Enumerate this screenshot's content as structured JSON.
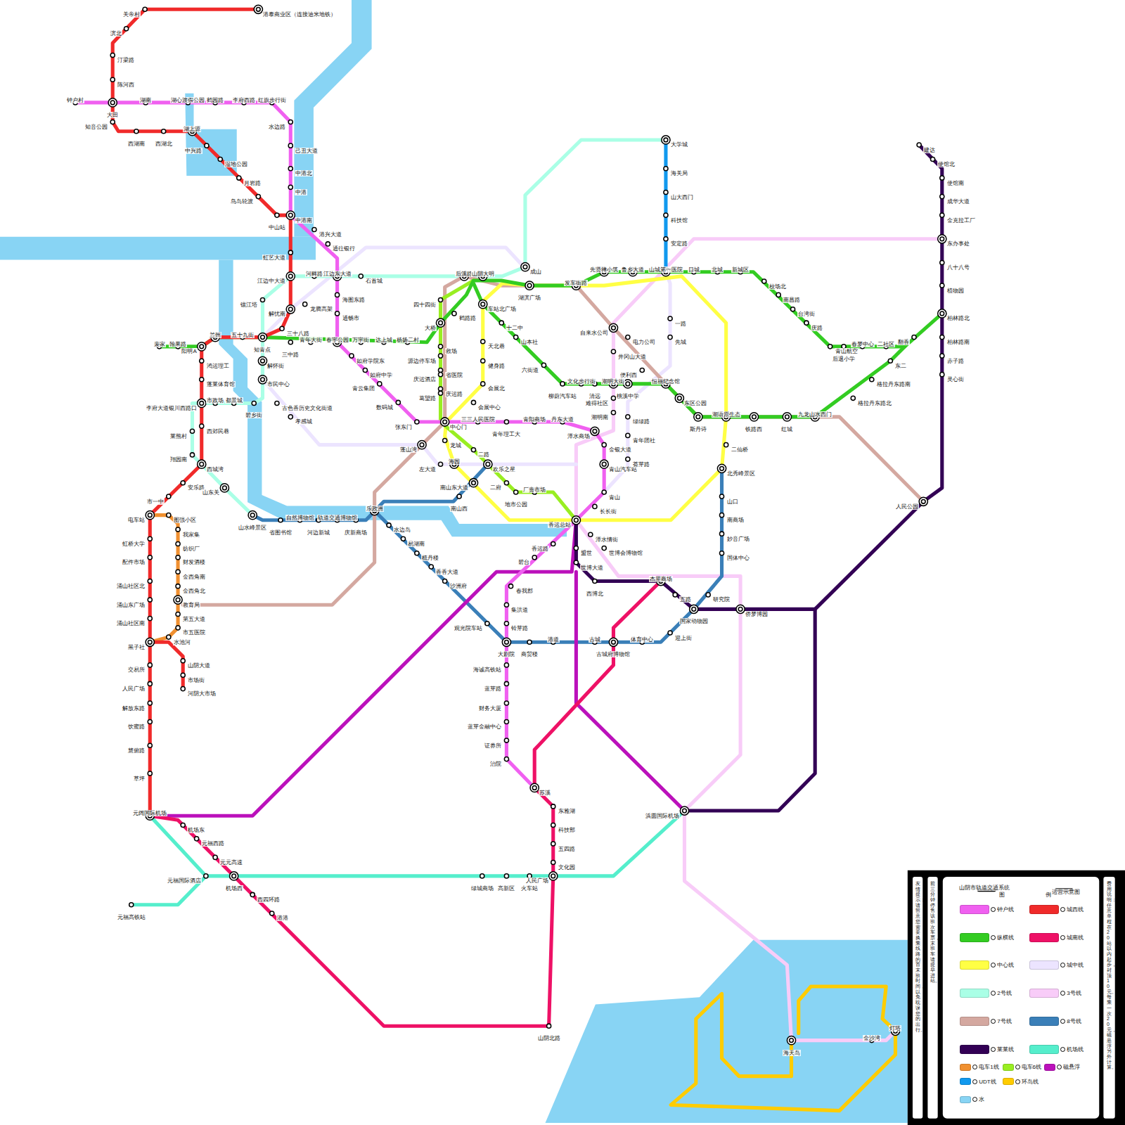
{
  "diagram": {
    "title": "山阴市轨道交通系统",
    "labels": [
      "港泰商业区（连接迪米地铁）",
      "关帝村",
      "滨北",
      "汀梁路",
      "陈河西",
      "大田",
      "知音公园",
      "西湖南",
      "西湖北",
      "湖上源",
      "中兴路",
      "湿地公园",
      "月岩路",
      "鸟岛轮渡",
      "中山站",
      "中港南",
      "虹艺大道",
      "江边中大道",
      "解忧南",
      "三十八路",
      "知青点",
      "五十九街",
      "兰州",
      "阳明A",
      "鸿运理工",
      "蓬莱体育馆",
      "李府大道银川西路口",
      "西郊民巷",
      "西城湾",
      "安乐路",
      "市一中",
      "电车站",
      "虹桥大学",
      "配件市场",
      "涌山社区北",
      "涌山东广场",
      "涌山社区南",
      "黑子社",
      "交易所",
      "人民广场",
      "解放东路",
      "饮蜜路",
      "慧俯路",
      "草坪",
      "元阔国际机场",
      "山阴大道",
      "市场街",
      "河阴大市场",
      "钟户村",
      "湖南",
      "湖心渡假公园",
      "鹤园路",
      "李府西路",
      "红旗步行街",
      "水边路",
      "己丑大道",
      "中港北",
      "中港",
      "港兴大道",
      "通往银行",
      "江边东大道",
      "海图东路",
      "通畅市",
      "春宇公园",
      "如府学院东",
      "如府中学",
      "青云集团",
      "数码城",
      "张东门",
      "中心门",
      "三三人民医院",
      "青年理工大",
      "青阳商场",
      "丹东大道",
      "潭水商场",
      "金银大道",
      "青山汽车站",
      "青山",
      "长长街",
      "香运总站",
      "香运路",
      "碧台",
      "春我郡",
      "集洪道",
      "铃芽路",
      "大剧院",
      "海诚高铁站",
      "蓝芽路",
      "财务大厦",
      "蓝芽金融中心",
      "证券所",
      "治院",
      "苏溪",
      "裴家",
      "翰果路",
      "三中路",
      "青年大街",
      "万宇街",
      "达上城",
      "杨扬二村",
      "大桥",
      "四十四街",
      "后溪路",
      "山阴大明",
      "成山",
      "湖滨广场",
      "发车街路",
      "先贤禅小筑",
      "鲁乡大道",
      "山城第一医院",
      "日城",
      "北城",
      "新城区",
      "校场北",
      "南昌路",
      "台湾街",
      "庆路",
      "青山航空",
      "后退小学",
      "春梦中心",
      "二社区",
      "翻香",
      "车站北广场",
      "十二中",
      "山本社",
      "六街道",
      "柳蔚汽车站",
      "文化步行街",
      "清远",
      "潮明大街",
      "桃溪中学",
      "恒福纪念馆",
      "东区公园",
      "斯丹诗",
      "潮语原生态",
      "铁路西",
      "红城",
      "九龙山水西门",
      "格拉丹东路北",
      "格拉丹东路南",
      "东二",
      "柏林路北",
      "二仙桥",
      "北秀峰景区",
      "天北巷",
      "健身路",
      "会展北",
      "会展中心",
      "龙城",
      "左大道",
      "海园",
      "二路",
      "欢乐之星",
      "二府",
      "地市公园",
      "厂贵市场",
      "鹤路路",
      "救场",
      "源边停车场",
      "省医院",
      "庆运酒店",
      "庆运路",
      "葛望路",
      "河畔路",
      "石首城",
      "镶江塔",
      "解怀街",
      "市民中心",
      "碧乡街",
      "都景城",
      "市政场",
      "莱熊村",
      "翔园南",
      "山东关",
      "山水峰景区",
      "省图书馆",
      "自然博物馆",
      "河边新城",
      "轨道交通博物馆",
      "庆新商场",
      "乐政洲",
      "南山西",
      "南山东大道",
      "水边岛",
      "易湖南",
      "梳丹楼",
      "香香大道",
      "沙洲府",
      "观光院车站",
      "商贸楼",
      "港道",
      "古城",
      "古城府博物馆",
      "体育中心",
      "迎上街",
      "国家动物园",
      "研究院",
      "国体中心",
      "妙音广场",
      "南商场",
      "山口",
      "蓬山湾",
      "自来水公司",
      "建达",
      "使馆北",
      "使馆南",
      "成华大道",
      "金克拉工厂",
      "东办事处",
      "八十八号",
      "植物园",
      "柏林路南",
      "赤子路",
      "灵心街",
      "人民公园",
      "浜圆国际机场",
      "盟世",
      "世博大道",
      "西博北",
      "杰里商场",
      "五路",
      "侨梦博园",
      "潭水情街",
      "世博会博物馆",
      "电力公司",
      "井冈山大道",
      "难得社区",
      "潮明南",
      "绿绿路",
      "青年团社",
      "荟芽路",
      "便利西",
      "一路",
      "先城",
      "大学城",
      "海关局",
      "山大西门",
      "科技馆",
      "安定路",
      "元福高铁站",
      "元福国际酒店",
      "机场西",
      "绿城商场",
      "高新区",
      "火车站",
      "人民广场",
      "机场东",
      "元福西路",
      "元元高速",
      "西四环路",
      "港港",
      "山阴北路",
      "文化园",
      "五四路",
      "科技部",
      "东雅湖",
      "图强小区",
      "我家集",
      "纺织厂",
      "财发酒楼",
      "金西角南",
      "金西角北",
      "教育局",
      "第五大道",
      "市五医院",
      "水池河",
      "海天岛",
      "金沙湾",
      "灯塔",
      "古色香历史文化街道",
      "孝感城",
      "龙腾高架",
      "运营示意图",
      "图",
      "例",
      "友情提示：请留意您需要换乘线路的首末班时间，以免耽误您的出行。",
      "前三分钟停售该班次车票，末班车请提早进站。",
      "费用说明：任意单程在20站以内起步，封顶10元。每乘一次20元，磁悬浮另外计算。"
    ],
    "legend": [
      {
        "text": "钟户线",
        "color": "#f060f0"
      },
      {
        "text": "城西线",
        "color": "#f02a2a"
      },
      {
        "text": "纵横线",
        "color": "#33cc22"
      },
      {
        "text": "城南线",
        "color": "#ee1166"
      },
      {
        "text": "中心线",
        "color": "#ffff44"
      },
      {
        "text": "城中线",
        "color": "#ece4ff"
      },
      {
        "text": "2号线",
        "color": "#aaffe6"
      },
      {
        "text": "3号线",
        "color": "#f8ccf8"
      },
      {
        "text": "7号线",
        "color": "#d4a8a0"
      },
      {
        "text": "8号线",
        "color": "#3a7fb8"
      },
      {
        "text": "莱莱线",
        "color": "#330055"
      },
      {
        "text": "机场线",
        "color": "#55eecc"
      },
      {
        "text": "电车1线",
        "color": "#f09030"
      },
      {
        "text": "电车6线",
        "color": "#99ee22"
      },
      {
        "text": "磁悬浮",
        "color": "#bb11bb"
      },
      {
        "text": "UDT线",
        "color": "#1199ee"
      },
      {
        "text": "环岛线",
        "color": "#ffcc00"
      },
      {
        "text": "水",
        "color": "#88d4f4"
      }
    ]
  }
}
